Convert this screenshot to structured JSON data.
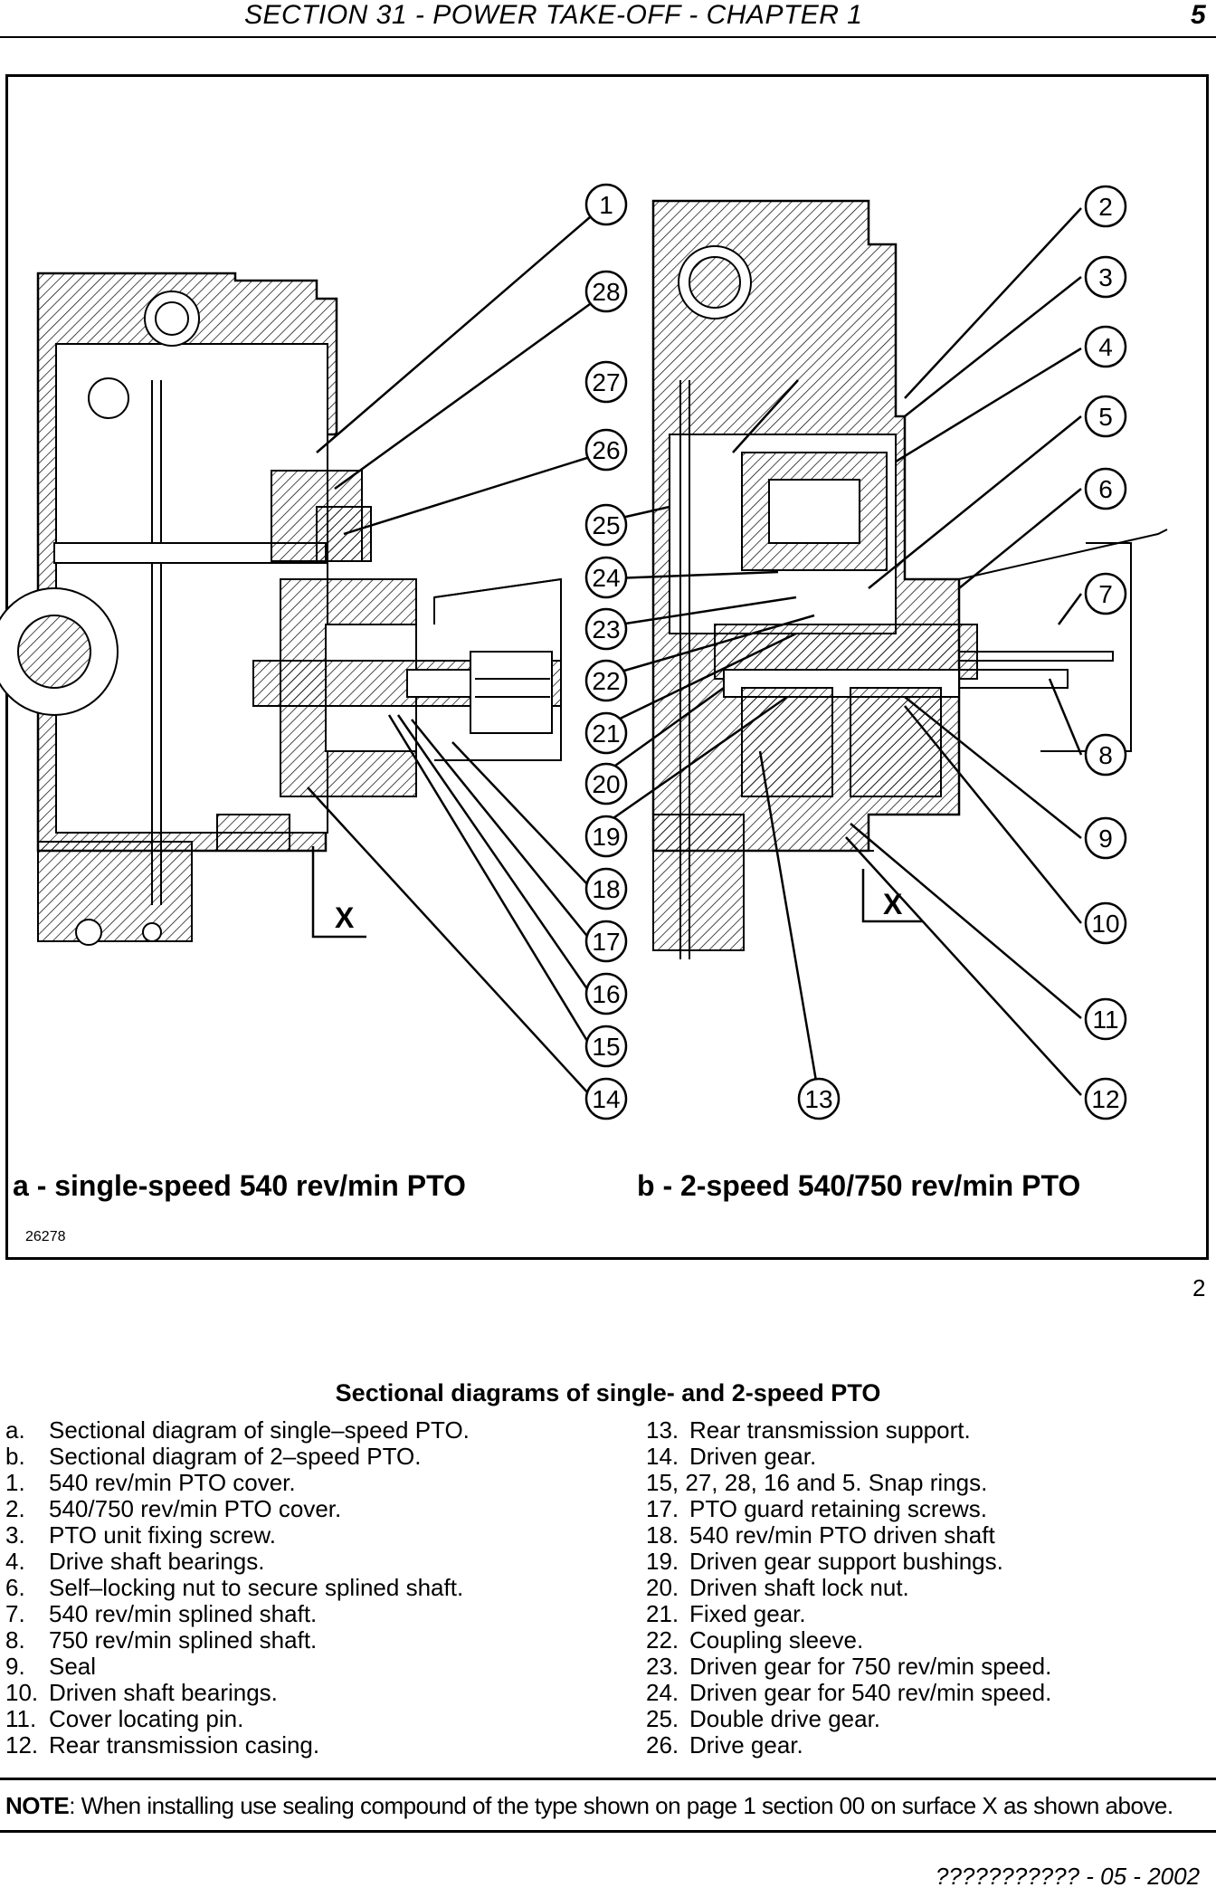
{
  "header": {
    "title": "SECTION 31 - POWER TAKE-OFF - CHAPTER 1",
    "page": "5"
  },
  "figure": {
    "caption_a": "a - single-speed 540 rev/min PTO",
    "caption_b": "b - 2-speed 540/750 rev/min PTO",
    "figure_id": "26278",
    "figure_number": "2",
    "surface_label": "X",
    "callouts": [
      "1",
      "2",
      "3",
      "4",
      "5",
      "6",
      "7",
      "8",
      "9",
      "10",
      "11",
      "12",
      "13",
      "14",
      "15",
      "16",
      "17",
      "18",
      "19",
      "20",
      "21",
      "22",
      "23",
      "24",
      "25",
      "26",
      "27",
      "28"
    ]
  },
  "legend": {
    "title": "Sectional diagrams of single- and 2-speed PTO",
    "left": [
      {
        "key": "a.",
        "text": "Sectional diagram of single–speed PTO."
      },
      {
        "key": "b.",
        "text": "Sectional diagram of 2–speed PTO."
      },
      {
        "key": "1.",
        "text": "540 rev/min PTO cover."
      },
      {
        "key": "2.",
        "text": "540/750 rev/min PTO cover."
      },
      {
        "key": "3.",
        "text": "PTO unit fixing screw."
      },
      {
        "key": "4.",
        "text": "Drive shaft bearings."
      },
      {
        "key": "6.",
        "text": "Self–locking nut to secure splined shaft."
      },
      {
        "key": "7.",
        "text": "540 rev/min splined shaft."
      },
      {
        "key": "8.",
        "text": "750 rev/min splined shaft."
      },
      {
        "key": "9.",
        "text": "Seal"
      },
      {
        "key": "10.",
        "text": "Driven shaft bearings."
      },
      {
        "key": "11.",
        "text": "Cover locating pin."
      },
      {
        "key": "12.",
        "text": "Rear transmission casing."
      }
    ],
    "right": [
      {
        "key": "13.",
        "text": "Rear transmission support."
      },
      {
        "key": "14.",
        "text": "Driven gear."
      },
      {
        "key": "15, 27, 28, 16 and 5.",
        "text": "Snap rings."
      },
      {
        "key": "17.",
        "text": "PTO guard retaining screws."
      },
      {
        "key": "18.",
        "text": "540 rev/min PTO driven shaft"
      },
      {
        "key": "19.",
        "text": "Driven gear support bushings."
      },
      {
        "key": "20.",
        "text": "Driven shaft lock nut."
      },
      {
        "key": "21.",
        "text": "Fixed gear."
      },
      {
        "key": "22.",
        "text": "Coupling sleeve."
      },
      {
        "key": "23.",
        "text": "Driven gear for 750 rev/min speed."
      },
      {
        "key": "24.",
        "text": "Driven gear for 540 rev/min speed."
      },
      {
        "key": "25.",
        "text": "Double drive gear."
      },
      {
        "key": "26.",
        "text": "Drive gear."
      }
    ]
  },
  "note": {
    "label": "NOTE",
    "text": ": When installing use sealing compound of the type shown on page 1 section 00 on surface X as shown above."
  },
  "footer": {
    "code": "??????????? - 05 - 2002"
  }
}
